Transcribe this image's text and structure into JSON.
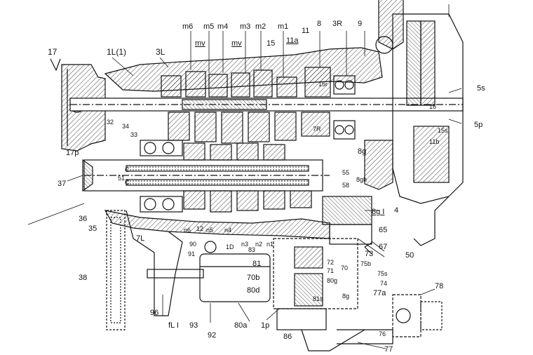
{
  "figure": {
    "kind": "patent cross-section drawing",
    "subject": "transmission / gear shaft assembly"
  },
  "labels": {
    "l17": "17",
    "l1L1": "1L(1)",
    "l3L": "3L",
    "lm6": "m6",
    "lm5": "m5",
    "lm4": "m4",
    "lm3": "m3",
    "lm2": "m2",
    "lm1": "m1",
    "l8": "8",
    "l3R": "3R",
    "l9": "9",
    "l11": "11",
    "l11a": "11a",
    "lmv1": "mv",
    "lmv2": "mv",
    "l15": "15",
    "l15r": "15r",
    "l5s": "5s",
    "l16": "16",
    "l15s": "15s",
    "l5p": "5p",
    "l11b": "11b",
    "l7R": "7R",
    "l32": "32",
    "l34": "34",
    "l33": "33",
    "l17p": "17p",
    "l8g": "8g",
    "lC1": "C",
    "lC2": "C",
    "l51": "51",
    "l55": "55",
    "l8gh": "8gh",
    "l58": "58",
    "l37": "37",
    "l4": "4",
    "l8gI": "8g I",
    "l36": "36",
    "l35": "35",
    "l7L": "7L",
    "ln6": "n6",
    "l12": "12",
    "ln5": "n5",
    "ln4": "n4",
    "ln3": "n3",
    "ln2": "n2",
    "ln1": "n1",
    "l65": "65",
    "l90": "90",
    "l1D": "1D",
    "l83": "83",
    "l67": "67",
    "l73": "73",
    "l50": "50",
    "l91": "91",
    "l72": "72",
    "l75b": "75b",
    "l81": "81",
    "l71": "71",
    "l70": "70",
    "l75s": "75s",
    "l70b": "70b",
    "l80g": "80g",
    "l74": "74",
    "l38": "38",
    "l80d": "80d",
    "l78": "78",
    "l81s": "81s",
    "l8g2": "8g",
    "l77a": "77a",
    "l96": "96",
    "lfLI": "fL I",
    "l93": "93",
    "l80a": "80a",
    "l1p": "1p",
    "l76": "76",
    "l92": "92",
    "l86": "86",
    "l77": "77"
  },
  "colors": {
    "ink": "#111111",
    "paper": "#ffffff"
  }
}
